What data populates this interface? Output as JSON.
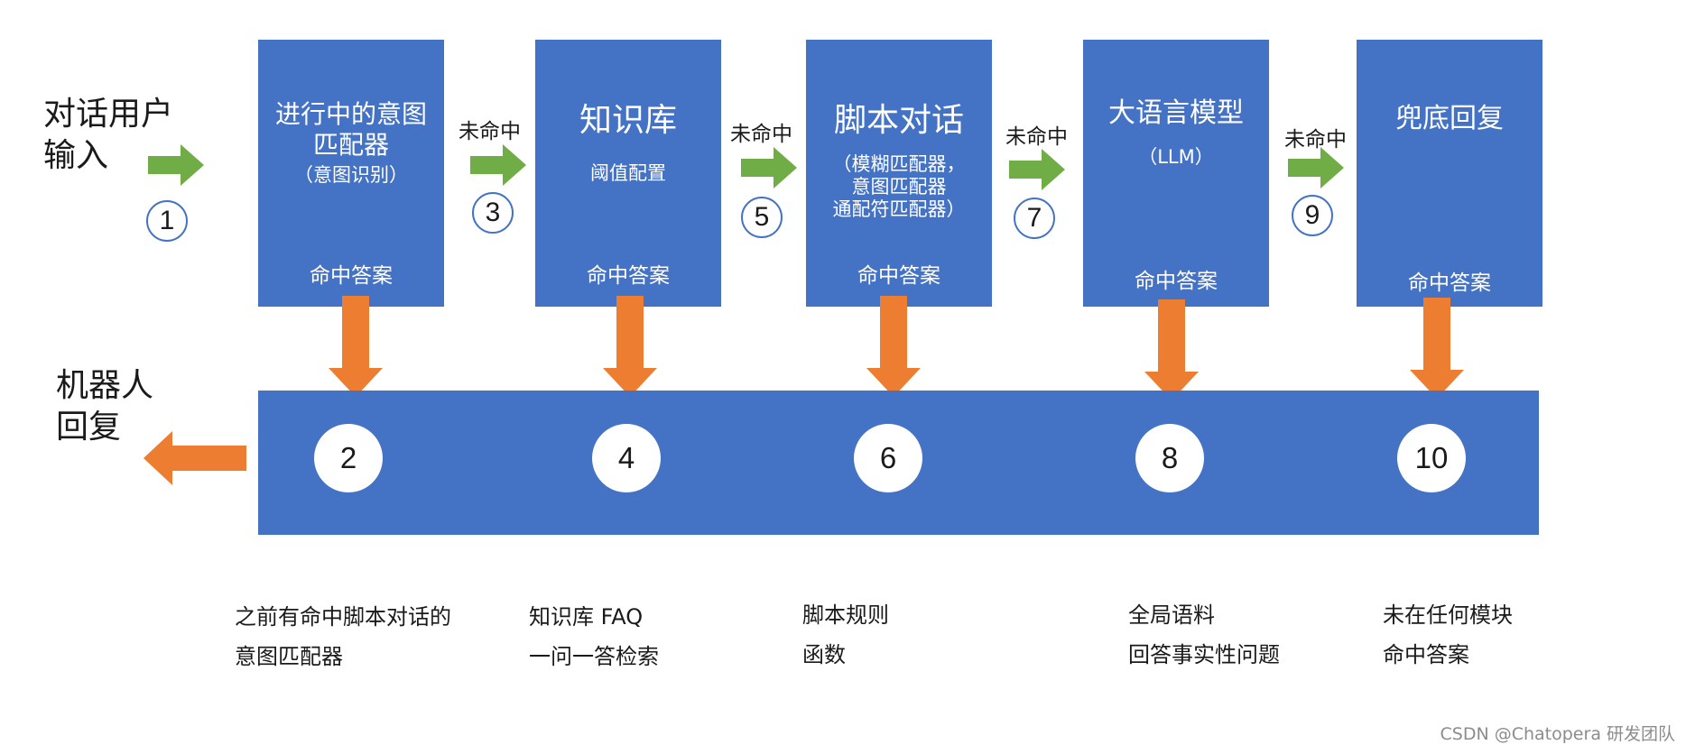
{
  "user_input": {
    "line1": "对话用户",
    "line2": "输入"
  },
  "robot_reply": {
    "line1": "机器人",
    "line2": "回复"
  },
  "miss_label": "未命中",
  "colors": {
    "box": "#4472c4",
    "green_arrow": "#70ad47",
    "orange_arrow": "#ed7d31"
  },
  "modules": [
    {
      "title_lines": [
        "进行中的意图",
        "匹配器"
      ],
      "sub_lines": [
        "（意图识别）"
      ],
      "hit": "命中答案"
    },
    {
      "title_lines": [
        "知识库"
      ],
      "sub_lines": [
        "阈值配置"
      ],
      "hit": "命中答案"
    },
    {
      "title_lines": [
        "脚本对话"
      ],
      "sub_lines": [
        "（模糊匹配器，",
        "意图匹配器",
        "通配符匹配器）"
      ],
      "hit": "命中答案"
    },
    {
      "title_lines": [
        "大语言模型"
      ],
      "sub_lines": [
        "（LLM）"
      ],
      "hit": "命中答案"
    },
    {
      "title_lines": [
        "兜底回复"
      ],
      "sub_lines": [],
      "hit": "命中答案"
    }
  ],
  "input_steps": [
    "1",
    "3",
    "5",
    "7",
    "9"
  ],
  "reply_steps": [
    "2",
    "4",
    "6",
    "8",
    "10"
  ],
  "descriptions": [
    {
      "line1": "之前有命中脚本对话的",
      "line2": "意图匹配器"
    },
    {
      "line1": "知识库 FAQ",
      "line2": "一问一答检索"
    },
    {
      "line1": "脚本规则",
      "line2": "函数"
    },
    {
      "line1": "全局语料",
      "line2": "回答事实性问题"
    },
    {
      "line1": "未在任何模块",
      "line2": "命中答案"
    }
  ],
  "watermark": "CSDN @Chatopera 研发团队"
}
